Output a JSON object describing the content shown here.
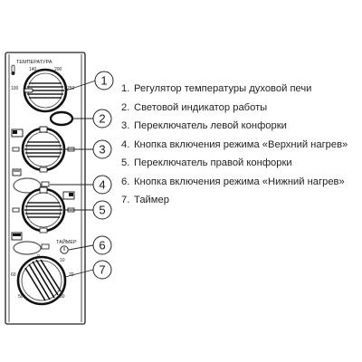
{
  "panel": {
    "temperature_label": "ТЕМПЕРАТУРА",
    "temp_scale": {
      "t140": "140",
      "t200": "200",
      "t100": "100",
      "t250": "250"
    },
    "timer_label": "ТАЙМЕР",
    "timer_scale": {
      "s0": "0",
      "s10": "10",
      "s20": "20",
      "s30": "30",
      "s40": "40",
      "s50": "50",
      "s60": "60"
    }
  },
  "callouts": [
    "1",
    "2",
    "3",
    "4",
    "5",
    "6",
    "7"
  ],
  "legend": [
    {
      "num": "1.",
      "text": "Регулятор температуры духовой печи"
    },
    {
      "num": "2.",
      "text": "Световой индикатор работы"
    },
    {
      "num": "3.",
      "text": "Переключатель левой конфорки"
    },
    {
      "num": "4.",
      "text": "Кнопка включения режима «Верхний нагрев»"
    },
    {
      "num": "5.",
      "text": "Переключатель правой конфорки"
    },
    {
      "num": "6.",
      "text": "Кнопка включения режима «Нижний нагрев»"
    },
    {
      "num": "7.",
      "text": "Таймер"
    }
  ]
}
